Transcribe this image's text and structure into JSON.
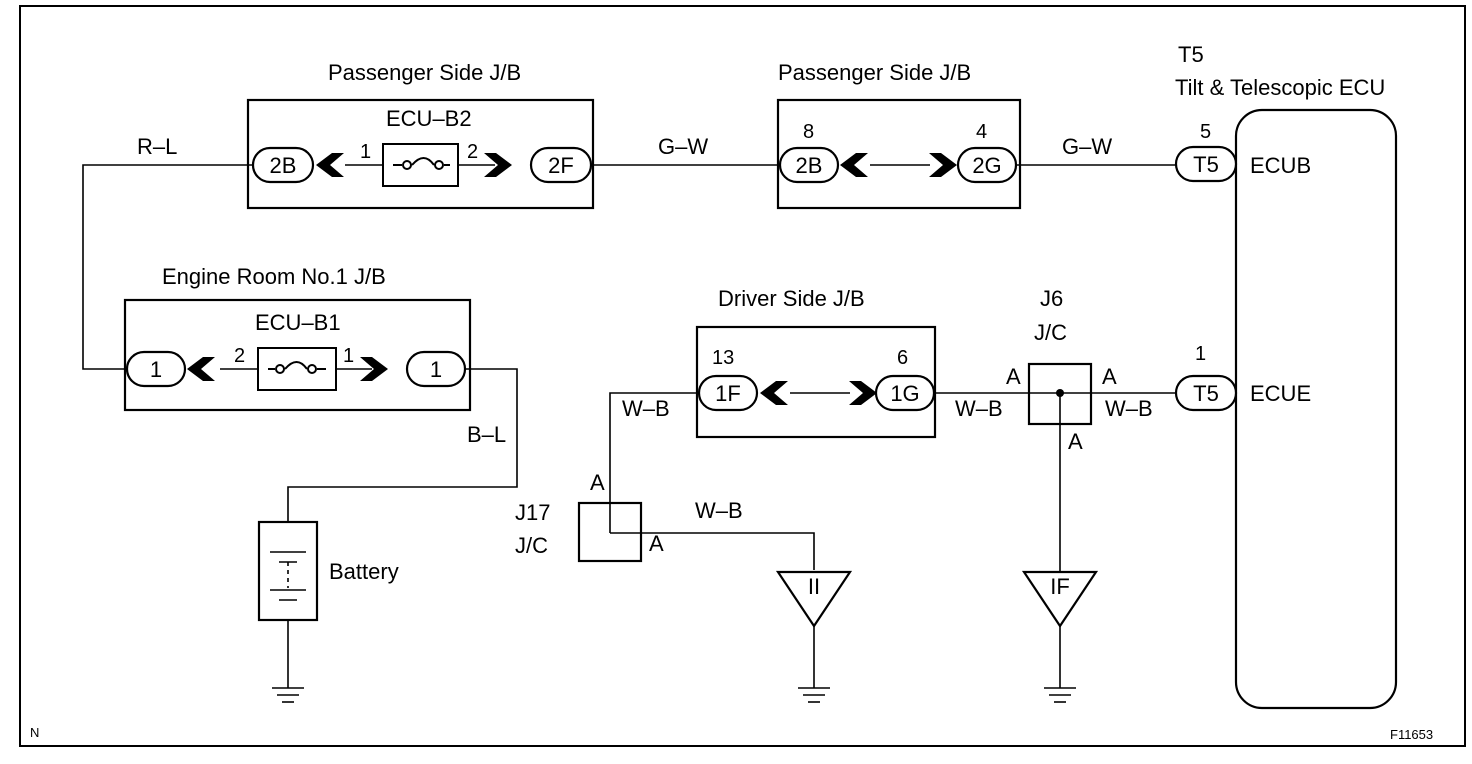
{
  "frame": {
    "corner_left": "N",
    "figure_id": "F11653"
  },
  "junction_blocks": {
    "passenger_1": {
      "title": "Passenger Side J/B",
      "fuse": "ECU–B2",
      "conn_left": "2B",
      "conn_right": "2F",
      "pin_left": "1",
      "pin_right": "2"
    },
    "passenger_2": {
      "title": "Passenger Side J/B",
      "conn_left": "2B",
      "conn_right": "2G",
      "pin_left": "8",
      "pin_right": "4"
    },
    "engine_room": {
      "title": "Engine Room No.1 J/B",
      "fuse": "ECU–B1",
      "conn_left": "1",
      "conn_right": "1",
      "pin_left": "2",
      "pin_right": "1"
    },
    "driver": {
      "title": "Driver Side J/B",
      "conn_left": "1F",
      "conn_right": "1G",
      "pin_left": "13",
      "pin_right": "6"
    }
  },
  "wires": {
    "rl": "R–L",
    "gw1": "G–W",
    "gw2": "G–W",
    "bl": "B–L",
    "wb_driver_left": "W–B",
    "wb_driver_right": "W–B",
    "wb_j6_right": "W–B",
    "wb_j17": "W–B"
  },
  "ecu": {
    "code": "T5",
    "name": "Tilt & Telescopic ECU",
    "terminal_top": {
      "pin": "5",
      "conn": "T5",
      "name": "ECUB"
    },
    "terminal_bottom": {
      "pin": "1",
      "conn": "T5",
      "name": "ECUE"
    }
  },
  "junction_connectors": {
    "j6": {
      "id": "J6",
      "type": "J/C",
      "pin_left": "A",
      "pin_right": "A",
      "pin_bottom": "A"
    },
    "j17": {
      "id": "J17",
      "type": "J/C",
      "pin_top": "A",
      "pin_right": "A"
    }
  },
  "battery": {
    "label": "Battery"
  },
  "grounds": {
    "g1": "II",
    "g2": "IF"
  }
}
